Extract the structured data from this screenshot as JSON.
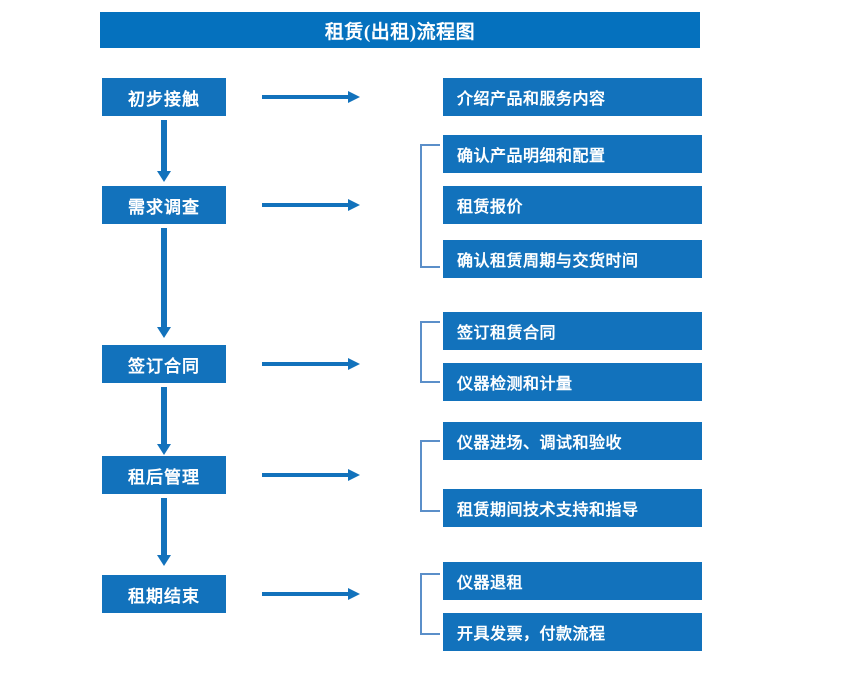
{
  "diagram": {
    "title": "租赁(出租)流程图",
    "colors": {
      "banner": "#0571be",
      "box": "#1272bc",
      "arrow": "#1272bc",
      "bracket": "#5b8fc9",
      "text": "#ffffff",
      "background": "#ffffff"
    },
    "stages": [
      {
        "label": "初步接触",
        "details": [
          "介绍产品和服务内容"
        ]
      },
      {
        "label": "需求调查",
        "details": [
          "确认产品明细和配置",
          "租赁报价",
          "确认租赁周期与交货时间"
        ]
      },
      {
        "label": "签订合同",
        "details": [
          "签订租赁合同",
          "仪器检测和计量"
        ]
      },
      {
        "label": "租后管理",
        "details": [
          "仪器进场、调试和验收",
          "租赁期间技术支持和指导"
        ]
      },
      {
        "label": "租期结束",
        "details": [
          "仪器退租",
          "开具发票，付款流程"
        ]
      }
    ]
  }
}
